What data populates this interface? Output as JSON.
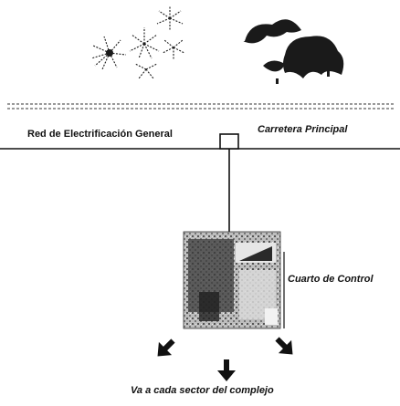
{
  "diagram": {
    "labels": {
      "power_grid": "Red de Electrificación General",
      "main_road": "Carretera Principal",
      "control_room": "Cuarto de Control",
      "distribution": "Va a cada sector del complejo"
    },
    "colors": {
      "ink": "#111111",
      "foliage": "#1a1a1a",
      "room_light": "#e6e6e6",
      "room_dark": "#2a2a2a"
    },
    "icons": [
      "palm-tree-icon",
      "round-tree-icon",
      "arrow-down-left-icon",
      "arrow-down-icon",
      "arrow-down-right-icon"
    ]
  }
}
